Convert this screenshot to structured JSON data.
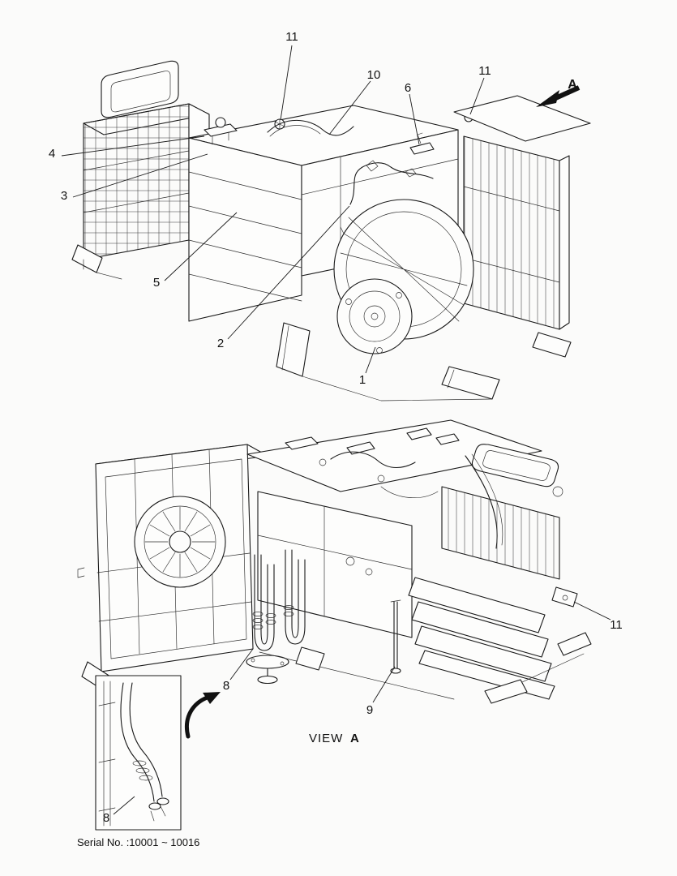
{
  "figure": {
    "background": "#fbfbfa",
    "ink": "#1a1a1a",
    "description": "HVAC heater and blower assembly exploded parts diagram, two isometric views"
  },
  "top_view": {
    "direction_label": "A",
    "callouts": [
      {
        "label": "11"
      },
      {
        "label": "10"
      },
      {
        "label": "6"
      },
      {
        "label": "11"
      },
      {
        "label": "4"
      },
      {
        "label": "3"
      },
      {
        "label": "5"
      },
      {
        "label": "2"
      },
      {
        "label": "1"
      }
    ]
  },
  "bottom_view": {
    "caption": {
      "view": "VIEW",
      "letter": "A"
    },
    "callouts": [
      {
        "label": "11"
      },
      {
        "label": "8"
      },
      {
        "label": "9"
      }
    ]
  },
  "inset": {
    "callout_label": "8"
  },
  "footer": {
    "serial_note": "Serial No. :10001 ~ 10016"
  }
}
